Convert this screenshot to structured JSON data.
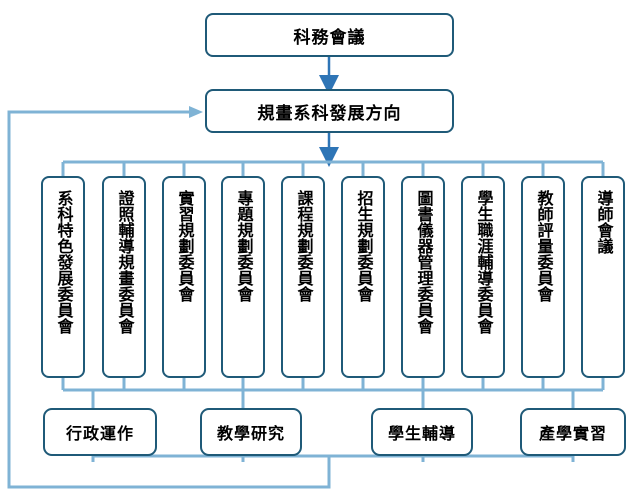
{
  "top": {
    "meeting": "科務會議",
    "direction": "規畫系科發展方向"
  },
  "committees": [
    "系科特色發展委員會",
    "證照輔導規畫委員會",
    "實習規劃委員會",
    "專題規劃委員會",
    "課程規劃委員會",
    "招生規劃委員會",
    "圖書儀器管理委員會",
    "學生職涯輔導委員會",
    "教師評量委員會",
    "導師會議"
  ],
  "outcomes": [
    "行政運作",
    "教學研究",
    "學生輔導",
    "產學實習"
  ],
  "colors": {
    "border": "#1f5a78",
    "line": "#7fb3d5",
    "arrow": "#2e75b6"
  }
}
